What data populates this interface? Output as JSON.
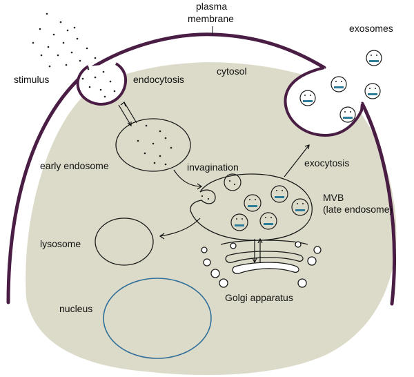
{
  "labels": {
    "plasma_membrane_line1": "plasma",
    "plasma_membrane_line2": "membrane",
    "exosomes": "exosomes",
    "stimulus": "stimulus",
    "endocytosis": "endocytosis",
    "cytosol": "cytosol",
    "early_endosome": "early endosome",
    "invagination": "invagination",
    "exocytosis": "exocytosis",
    "mvb_line1": "MVB",
    "mvb_line2": "(late endosome)",
    "lysosome": "lysosome",
    "nucleus": "nucleus",
    "golgi": "Golgi apparatus"
  },
  "colors": {
    "cytosol_fill": "#dcdac8",
    "membrane": "#4a1e44",
    "nucleus_border": "#2f6f9a",
    "outline": "#1a1a1a",
    "vesicle_cargo": "#2d7d9a"
  }
}
